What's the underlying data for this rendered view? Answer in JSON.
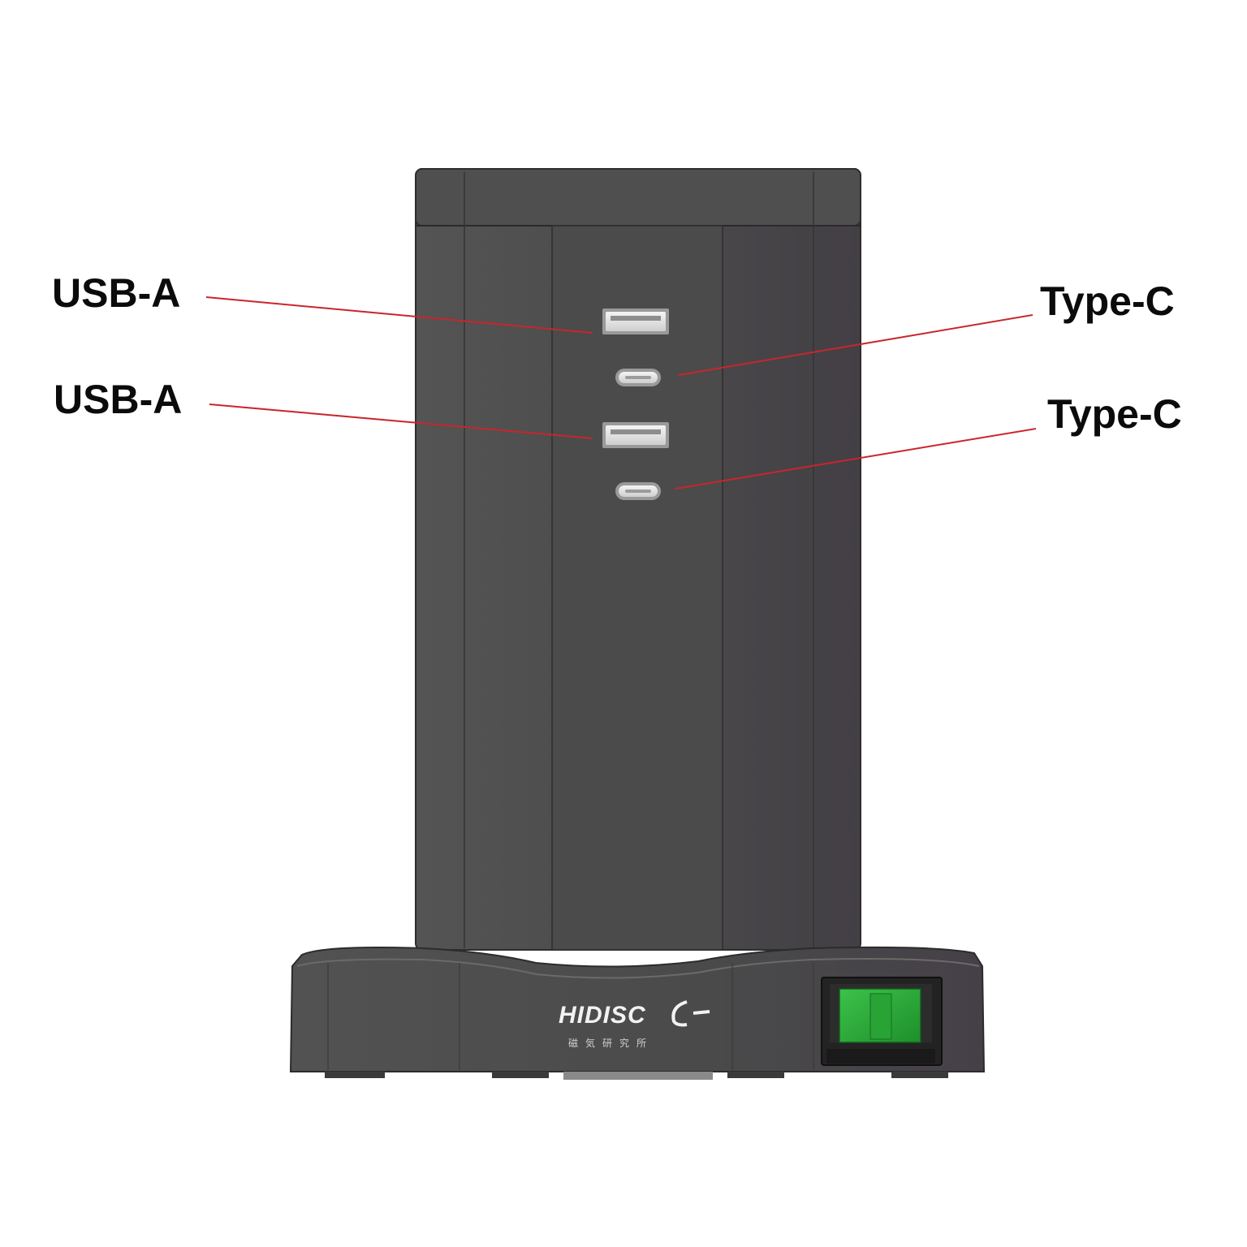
{
  "callouts": [
    {
      "id": "usb-a-top",
      "label": "USB-A"
    },
    {
      "id": "usb-a-bottom",
      "label": "USB-A"
    },
    {
      "id": "type-c-top",
      "label": "Type-C"
    },
    {
      "id": "type-c-bottom",
      "label": "Type-C"
    }
  ],
  "brand": {
    "name": "HIDISC",
    "subtitle": "磁気研究所"
  },
  "colors": {
    "body": "#4a4a4a",
    "body_dark": "#3a3a3c",
    "leader_line": "#c8262c",
    "power_switch": "#2fae3a",
    "port": "#e8e8e8"
  },
  "icons": {
    "power_switch": "rocker-switch-icon",
    "usb_a": "usb-a-port-icon",
    "type_c": "usb-c-port-icon"
  }
}
